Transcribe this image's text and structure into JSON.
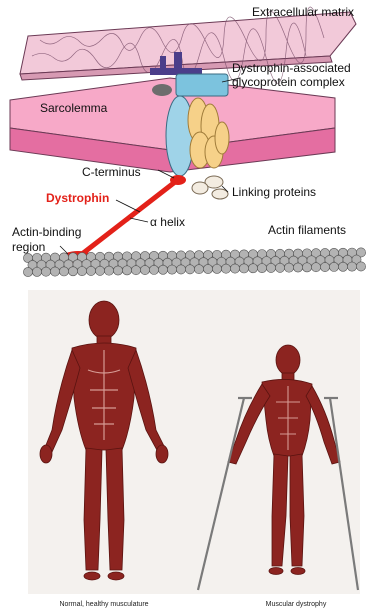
{
  "diagram": {
    "labels": {
      "extracellular_matrix": "Extracellular matrix",
      "dystrophin_associated_1": "Dystrophin-associated",
      "dystrophin_associated_2": "glycoprotein complex",
      "sarcolemma": "Sarcolemma",
      "c_terminus": "C-terminus",
      "dystrophin": "Dystrophin",
      "linking_proteins": "Linking proteins",
      "alpha_helix": "α helix",
      "actin_binding_1": "Actin-binding",
      "actin_binding_2": "region",
      "actin_filaments": "Actin filaments"
    },
    "colors": {
      "matrix": "#f2c9d9",
      "sarcolemma_top": "#f7a9c8",
      "sarcolemma_side": "#e46ea1",
      "receptor_purple": "#4b3e8a",
      "complex_blue": "#7cc3de",
      "yellow_protein": "#f6d189",
      "dystrophin_red": "#e32119",
      "actin_gray": "#9a9a9a"
    }
  },
  "figures": {
    "left_caption": "Normal, healthy musculature",
    "right_caption": "Muscular dystrophy",
    "skin_color": "#8c2420",
    "panel_bg": "#f4f1ee"
  }
}
